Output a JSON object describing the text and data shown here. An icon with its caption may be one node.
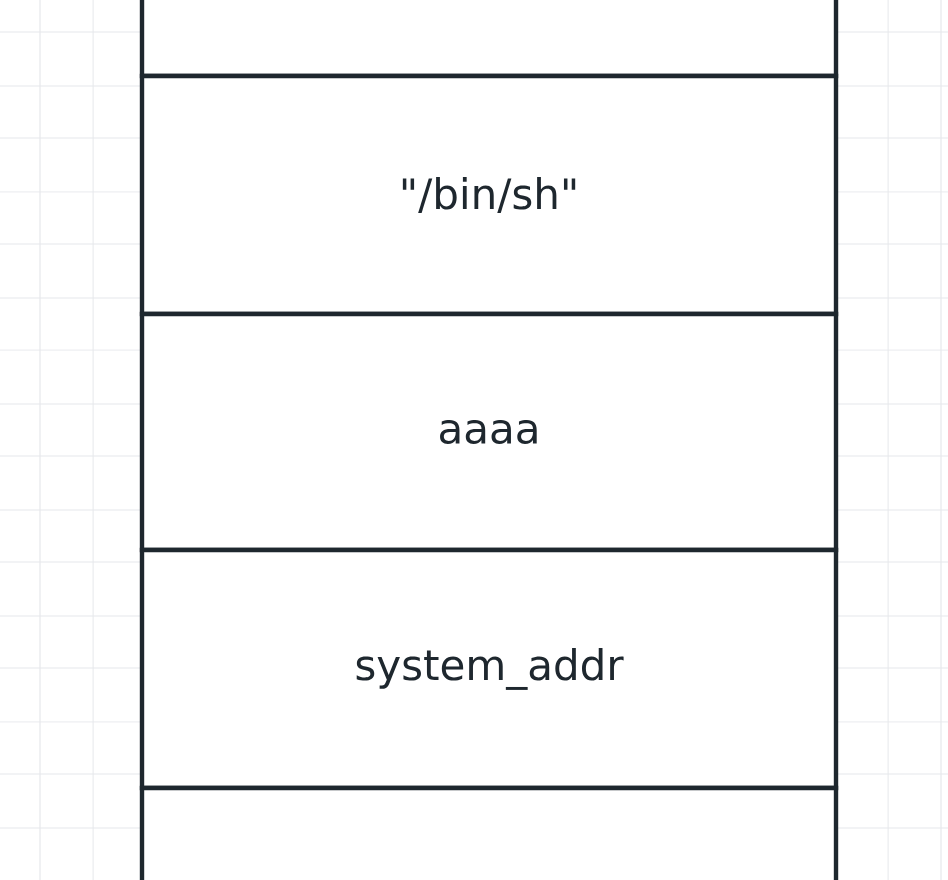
{
  "diagram": {
    "nodes": [
      {
        "text": [],
        "shape": "box"
      },
      {
        "text": [
          "\"/bin/sh\""
        ]
      },
      {
        "text": [
          "aaaa"
        ]
      },
      {
        "text": [
          "system_addr"
        ]
      },
      {
        "text": [],
        "shape": "box"
      }
    ]
  }
}
